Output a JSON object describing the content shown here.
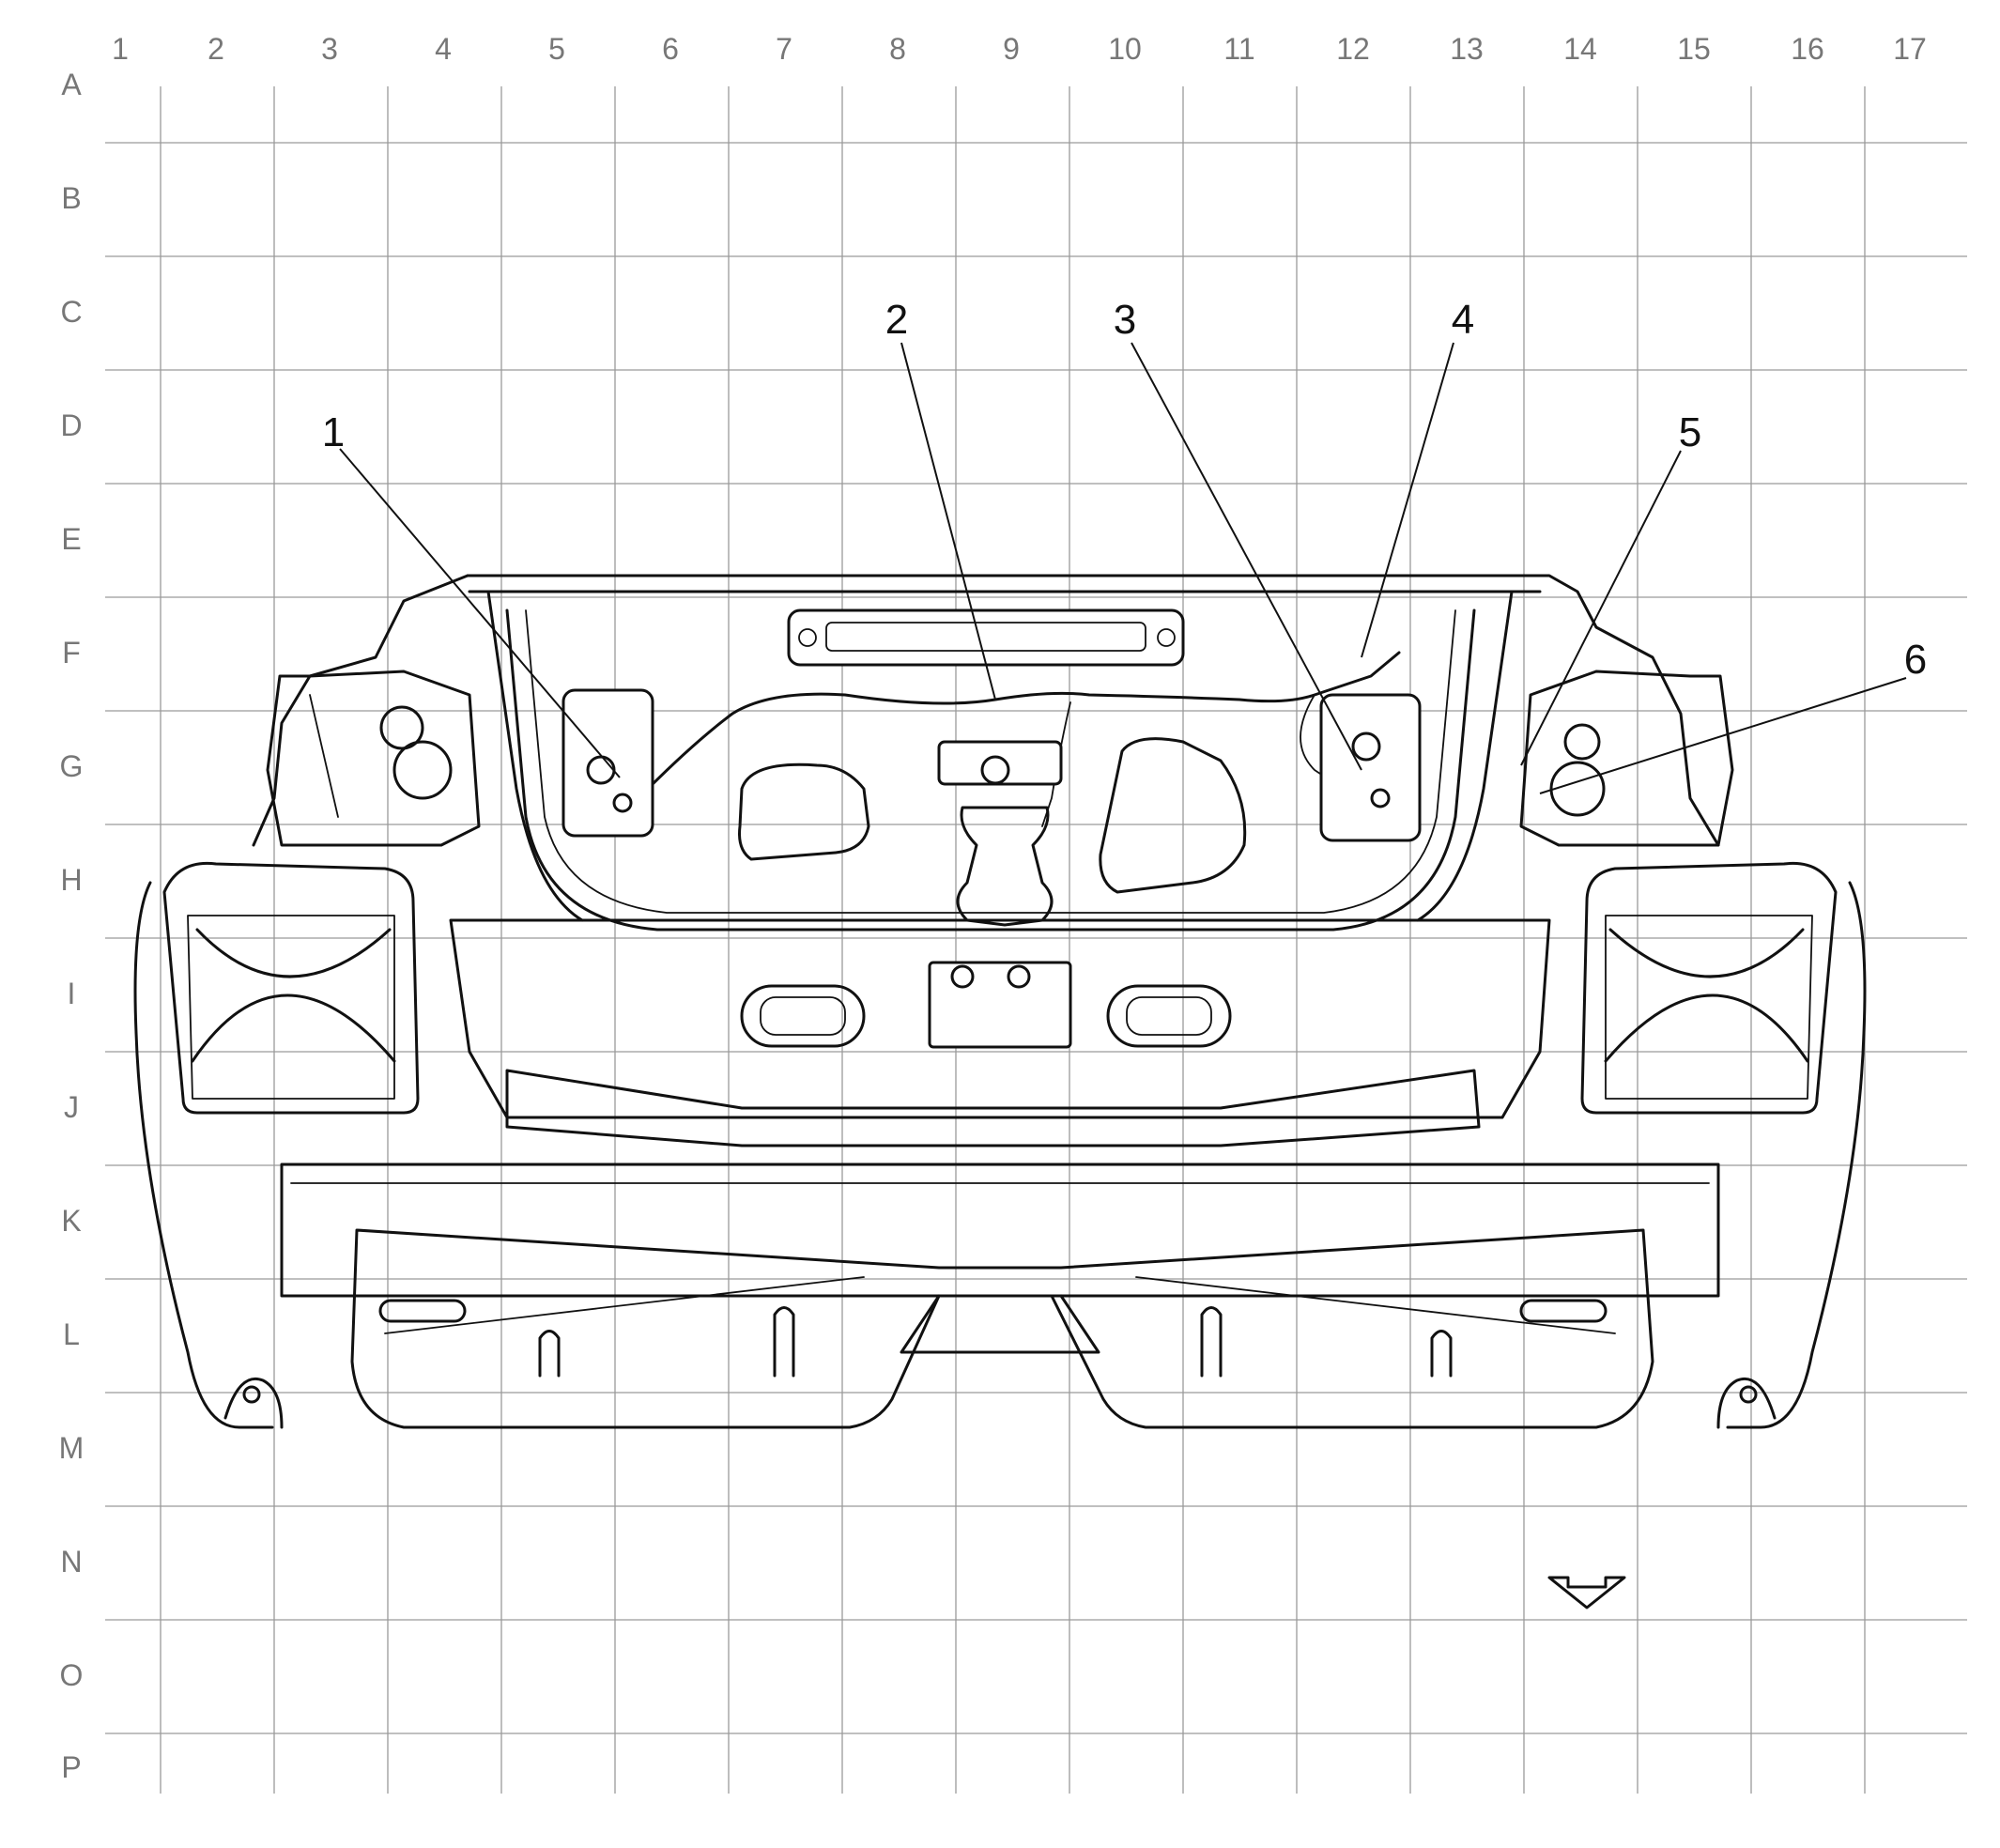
{
  "grid": {
    "columns": [
      "1",
      "2",
      "3",
      "4",
      "5",
      "6",
      "7",
      "8",
      "9",
      "10",
      "11",
      "12",
      "13",
      "14",
      "15",
      "16",
      "17"
    ],
    "rows": [
      "A",
      "B",
      "C",
      "D",
      "E",
      "F",
      "G",
      "H",
      "I",
      "J",
      "K",
      "L",
      "M",
      "N",
      "O",
      "P"
    ]
  },
  "callouts": [
    "1",
    "2",
    "3",
    "4",
    "5",
    "6"
  ],
  "icons": {
    "drawing": "vehicle-rear-structure-drawing",
    "direction": "forward-arrow-icon"
  },
  "colors": {
    "ink": "#111111",
    "grid": "#9a9a9a",
    "labels": "#777777"
  }
}
